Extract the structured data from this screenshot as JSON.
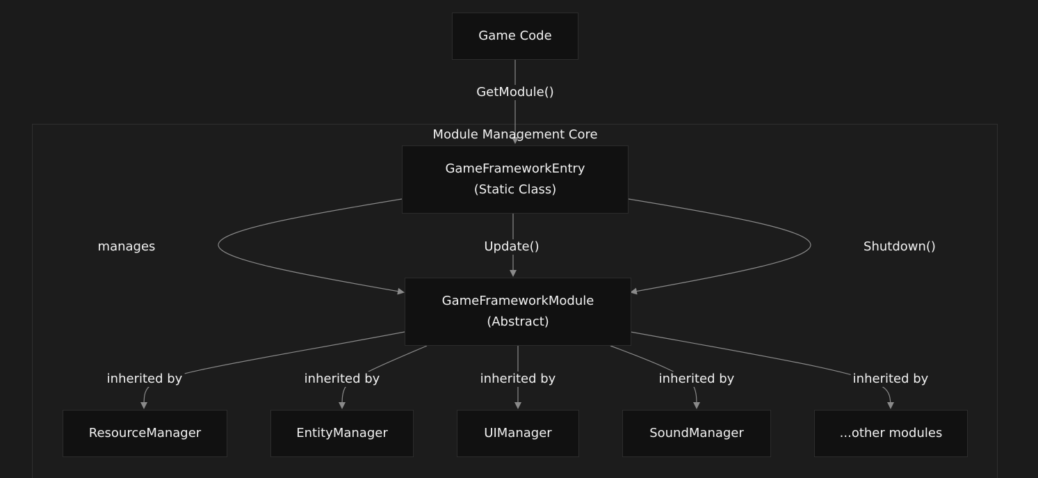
{
  "cluster": {
    "title": "Module Management Core"
  },
  "nodes": {
    "game_code": {
      "label": "Game Code"
    },
    "entry": {
      "line1": "GameFrameworkEntry",
      "line2": "(Static Class)"
    },
    "module": {
      "line1": "GameFrameworkModule",
      "line2": "(Abstract)"
    },
    "resource": {
      "label": "ResourceManager"
    },
    "entity": {
      "label": "EntityManager"
    },
    "ui": {
      "label": "UIManager"
    },
    "sound": {
      "label": "SoundManager"
    },
    "other": {
      "label": "...other modules"
    }
  },
  "edges": {
    "get_module": "GetModule()",
    "manages": "manages",
    "update": "Update()",
    "shutdown": "Shutdown()",
    "inherited_resource": "inherited by",
    "inherited_entity": "inherited by",
    "inherited_ui": "inherited by",
    "inherited_sound": "inherited by",
    "inherited_other": "inherited by"
  },
  "colors": {
    "background": "#1b1b1b",
    "node_fill": "#111111",
    "edge": "#8a8a8a",
    "text": "#f2f2f2"
  }
}
